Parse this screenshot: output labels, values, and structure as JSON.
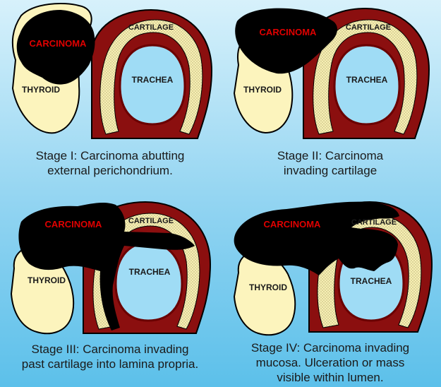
{
  "colors": {
    "wall": "#8b0f0f",
    "cartilage": "#f6efb4",
    "thyroid": "#fcf4bd",
    "carcinoma": "#000000",
    "carcinoma_label": "#e00000",
    "lumen": "#9fdcf5"
  },
  "labels": {
    "carcinoma": "CARCINOMA",
    "cartilage": "CARTILAGE",
    "trachea": "TRACHEA",
    "thyroid": "THYROID"
  },
  "stages": [
    {
      "caption_line1": "Stage I: Carcinoma abutting",
      "caption_line2": "external perichondrium.",
      "caption_line3": ""
    },
    {
      "caption_line1": "Stage II: Carcinoma",
      "caption_line2": "invading cartilage",
      "caption_line3": ""
    },
    {
      "caption_line1": "Stage III: Carcinoma invading",
      "caption_line2": "past cartilage into lamina propria.",
      "caption_line3": ""
    },
    {
      "caption_line1": "Stage IV: Carcinoma invading",
      "caption_line2": "mucosa. Ulceration or mass",
      "caption_line3": "visible within lumen."
    }
  ]
}
